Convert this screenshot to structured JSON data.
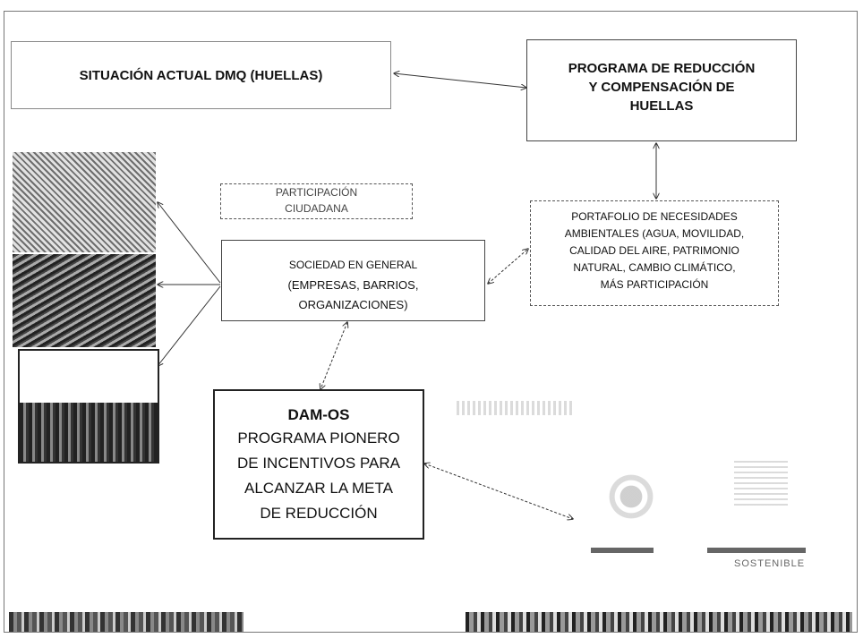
{
  "boxes": {
    "situacion": "SITUACIÓN ACTUAL DMQ (HUELLAS)",
    "programa": [
      "PROGRAMA DE REDUCCIÓN",
      "Y COMPENSACIÓN DE",
      "HUELLAS"
    ],
    "participacion": [
      "PARTICIPACIÓN",
      "CIUDADANA"
    ],
    "portafolio": [
      "PORTAFOLIO DE NECESIDADES",
      "AMBIENTALES (AGUA, MOVILIDAD,",
      "CALIDAD DEL AIRE, PATRIMONIO",
      "NATURAL, CAMBIO CLIMÁTICO,",
      "MÁS PARTICIPACIÓN"
    ],
    "sociedad": [
      "SOCIEDAD EN GENERAL",
      "(EMPRESAS, BARRIOS,",
      "ORGANIZACIONES)"
    ],
    "damos_title": "DAM-OS",
    "damos": [
      "PROGRAMA PIONERO",
      "DE INCENTIVOS PARA",
      "ALCANZAR LA META",
      "DE REDUCCIÓN"
    ]
  },
  "logos": {
    "right_caption": "SOSTENIBLE"
  },
  "colors": {
    "line": "#333333",
    "photo_dark": "#2b2b2b",
    "photo_mid": "#6e6e6e"
  }
}
